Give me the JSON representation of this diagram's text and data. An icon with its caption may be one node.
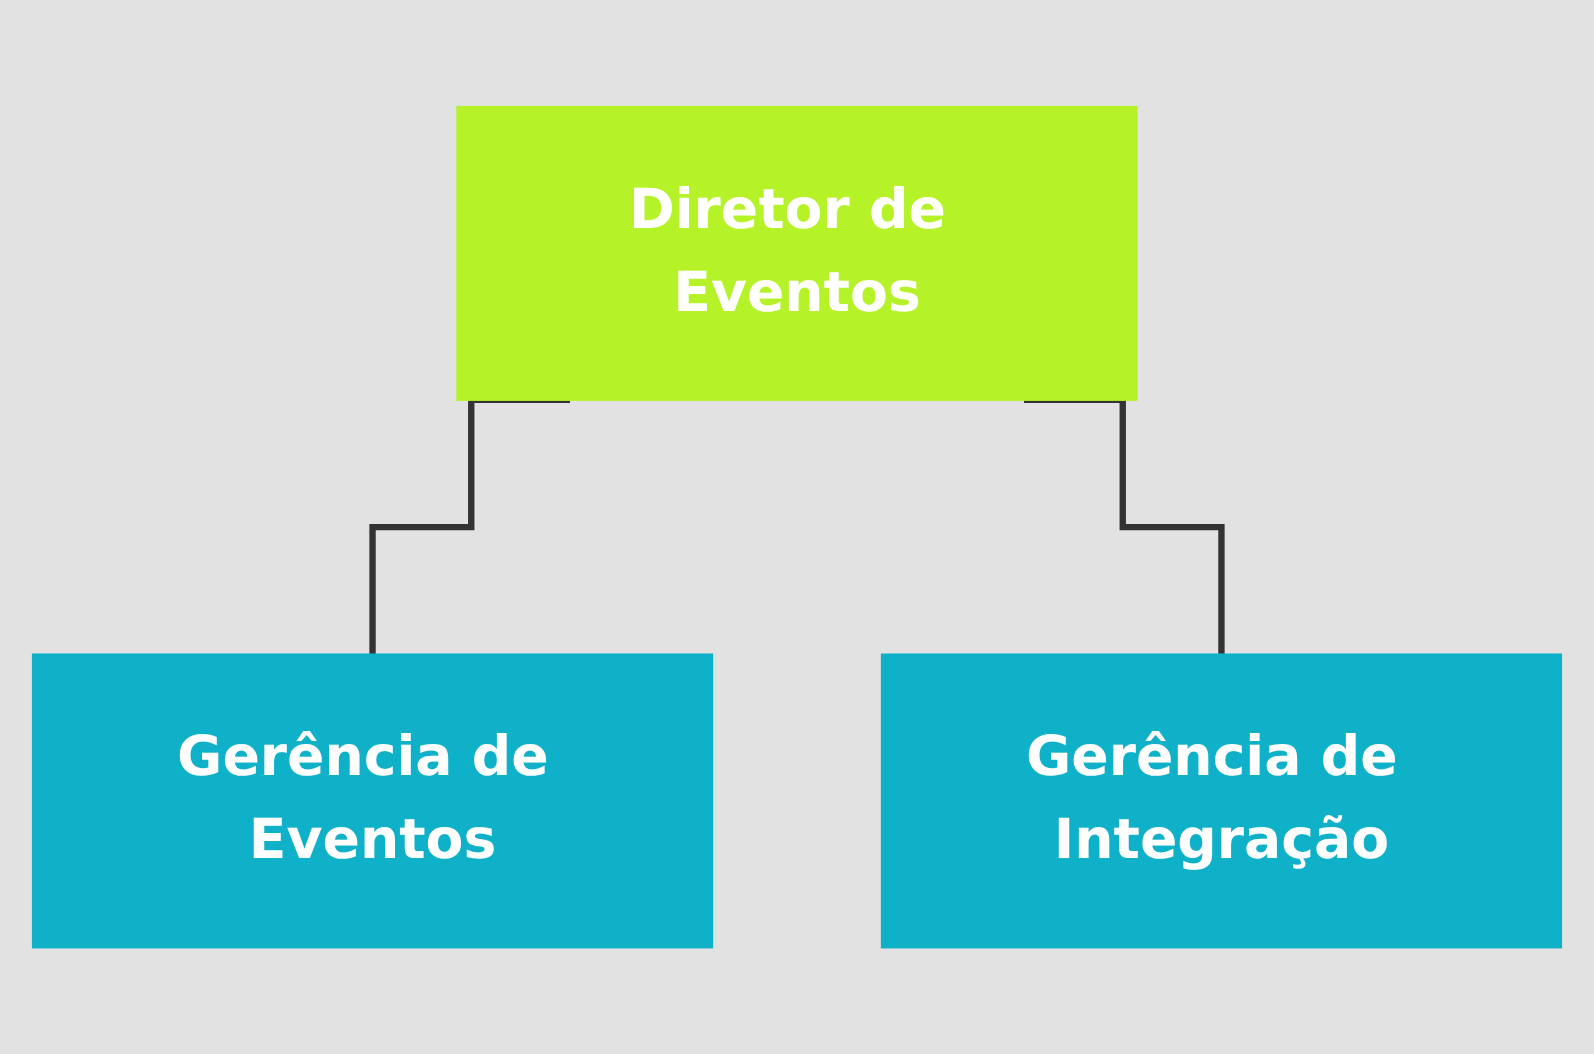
{
  "diagram": {
    "nodes": [
      {
        "text": [
          "Diretor de Eventos"
        ]
      },
      {
        "text": [
          "Gerência de Eventos"
        ]
      },
      {
        "text": [
          "Gerência de Integração"
        ]
      }
    ],
    "edges": [
      {
        "from": 0,
        "to": 1,
        "arrow": "none"
      },
      {
        "from": 0,
        "to": 2,
        "arrow": "none"
      }
    ]
  }
}
